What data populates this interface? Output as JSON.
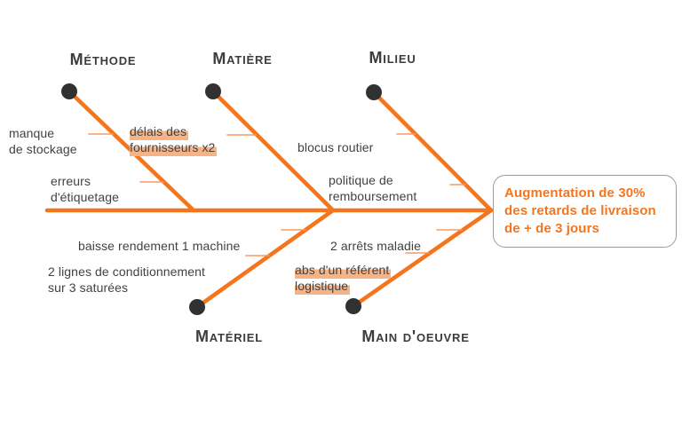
{
  "colors": {
    "accent": "#f5751d",
    "tick": "#f59a62",
    "highlight": "#f6b386",
    "dot": "#313131",
    "text": "#424242",
    "box_border": "#9c9c9c",
    "bg": "#ffffff"
  },
  "diagram": {
    "type": "fishbone-ishikawa",
    "effect": {
      "label": "Augmentation de 30%\ndes retards de livraison\nde + de 3 jours"
    },
    "categories": [
      {
        "name": "Méthode",
        "position": "top",
        "causes": [
          {
            "label": "manque\nde stockage",
            "highlighted": false
          },
          {
            "label": "erreurs\nd'étiquetage",
            "highlighted": false
          }
        ]
      },
      {
        "name": "Matière",
        "position": "top",
        "causes": [
          {
            "label": "délais des\nfournisseurs x2",
            "highlighted": true
          }
        ]
      },
      {
        "name": "Milieu",
        "position": "top",
        "causes": [
          {
            "label": "blocus routier",
            "highlighted": false
          },
          {
            "label": "politique de\nremboursement",
            "highlighted": false
          }
        ]
      },
      {
        "name": "Matériel",
        "position": "bottom",
        "causes": [
          {
            "label": "baisse rendement 1 machine",
            "highlighted": false
          },
          {
            "label": "2 lignes de conditionnement\nsur 3 saturées",
            "highlighted": false
          }
        ]
      },
      {
        "name": "Main d'oeuvre",
        "position": "bottom",
        "causes": [
          {
            "label": "2 arrêts maladie",
            "highlighted": false
          },
          {
            "label": "abs d'un référent\nlogistique",
            "highlighted": true
          }
        ]
      }
    ]
  }
}
